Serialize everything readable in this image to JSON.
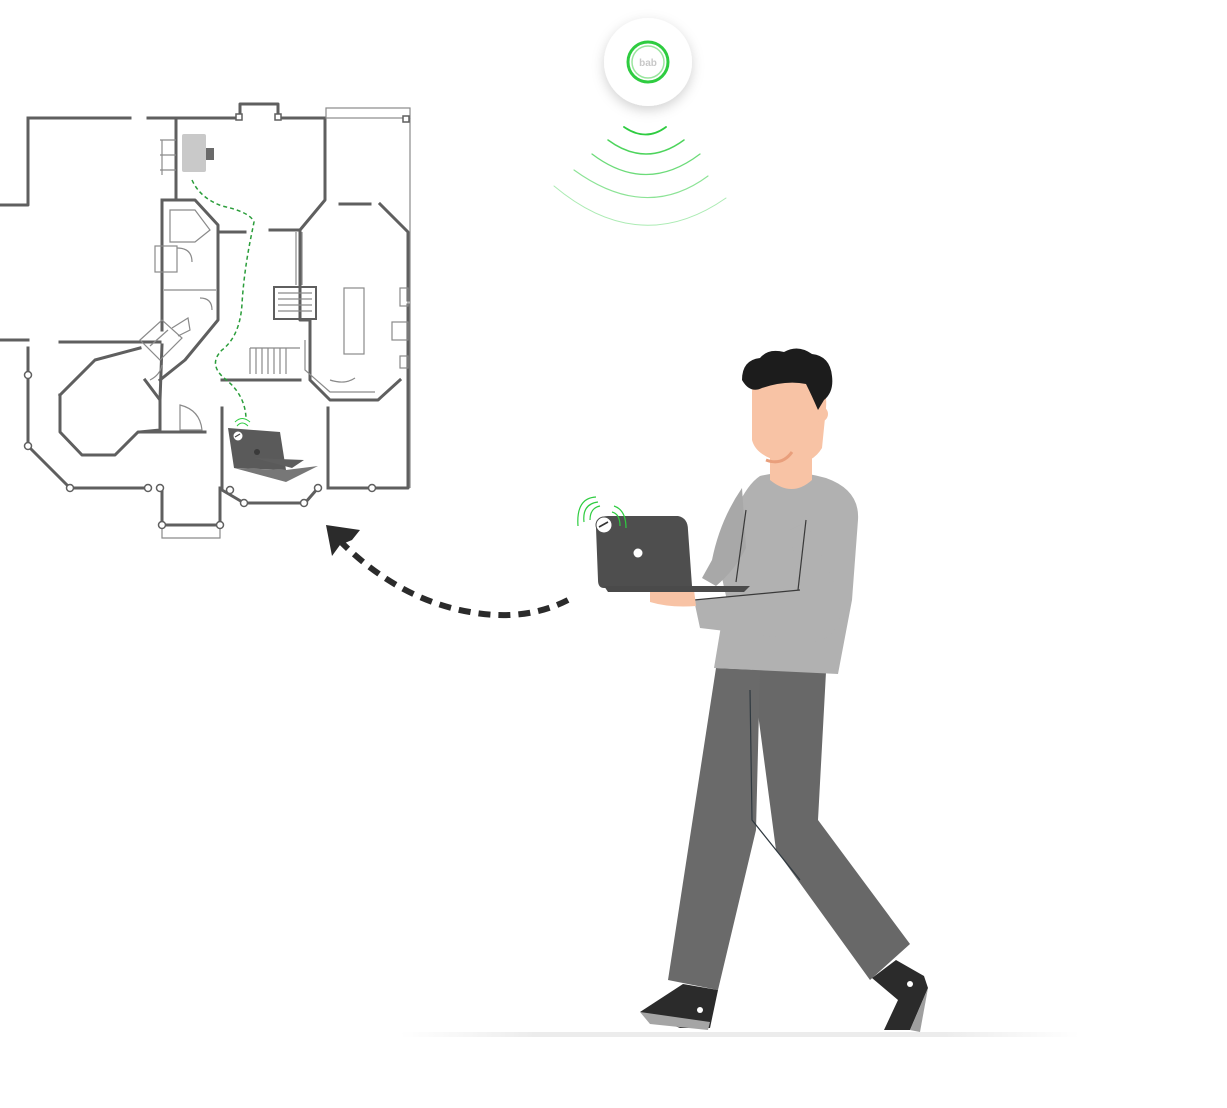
{
  "access_point": {
    "logo_text": "bab",
    "ring_color": "#2ecc40",
    "logo_color": "#c8c8c8"
  },
  "colors": {
    "wall": "#5f5f5f",
    "wall_light": "#9a9a9a",
    "signal": "#2ecc40",
    "path": "#2a9d3a",
    "arrow": "#2b2b2b",
    "shirt": "#b1b1b1",
    "pants": "#686868",
    "skin": "#f8c3a5",
    "hair": "#1c1c1c",
    "laptop": "#4e4e4e"
  },
  "icons": [
    "access-point-icon",
    "wifi-signal-icon",
    "laptop-icon",
    "floor-plan",
    "person-illustration",
    "direction-arrow-icon"
  ]
}
